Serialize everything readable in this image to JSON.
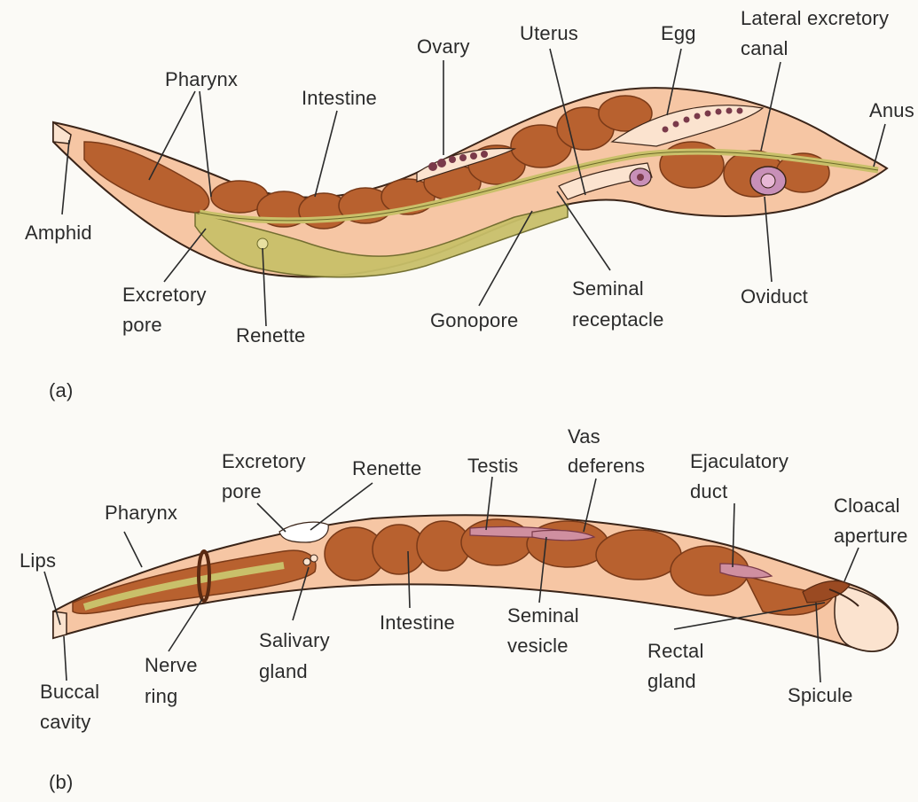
{
  "panel_a": {
    "tag": "(a)",
    "labels": {
      "pharynx": "Pharynx",
      "intestine": "Intestine",
      "ovary": "Ovary",
      "uterus": "Uterus",
      "egg": "Egg",
      "lateral_canal_1": "Lateral excretory",
      "lateral_canal_2": "canal",
      "anus": "Anus",
      "amphid": "Amphid",
      "excretory_pore_1": "Excretory",
      "excretory_pore_2": "pore",
      "renette": "Renette",
      "gonopore": "Gonopore",
      "seminal_receptacle_1": "Seminal",
      "seminal_receptacle_2": "receptacle",
      "oviduct": "Oviduct"
    }
  },
  "panel_b": {
    "tag": "(b)",
    "labels": {
      "excretory_pore_1": "Excretory",
      "excretory_pore_2": "pore",
      "renette": "Renette",
      "testis": "Testis",
      "vas_deferens_1": "Vas",
      "vas_deferens_2": "deferens",
      "ejaculatory_duct_1": "Ejaculatory",
      "ejaculatory_duct_2": "duct",
      "cloacal_aperture_1": "Cloacal",
      "cloacal_aperture_2": "aperture",
      "pharynx": "Pharynx",
      "lips": "Lips",
      "intestine": "Intestine",
      "seminal_vesicle_1": "Seminal",
      "seminal_vesicle_2": "vesicle",
      "salivary_gland_1": "Salivary",
      "salivary_gland_2": "gland",
      "nerve_ring_1": "Nerve",
      "nerve_ring_2": "ring",
      "buccal_cavity_1": "Buccal",
      "buccal_cavity_2": "cavity",
      "rectal_gland_1": "Rectal",
      "rectal_gland_2": "gland",
      "spicule": "Spicule"
    }
  },
  "colors": {
    "body_wall": "#f6c6a4",
    "cuticle_outline": "#3a2418",
    "gut": "#b8612f",
    "gut_dark": "#7a3a18",
    "canal": "#c9c06a",
    "reproductive": "#cf8fa0",
    "egg_fill": "#c890b8",
    "background": "#fbfaf6"
  }
}
